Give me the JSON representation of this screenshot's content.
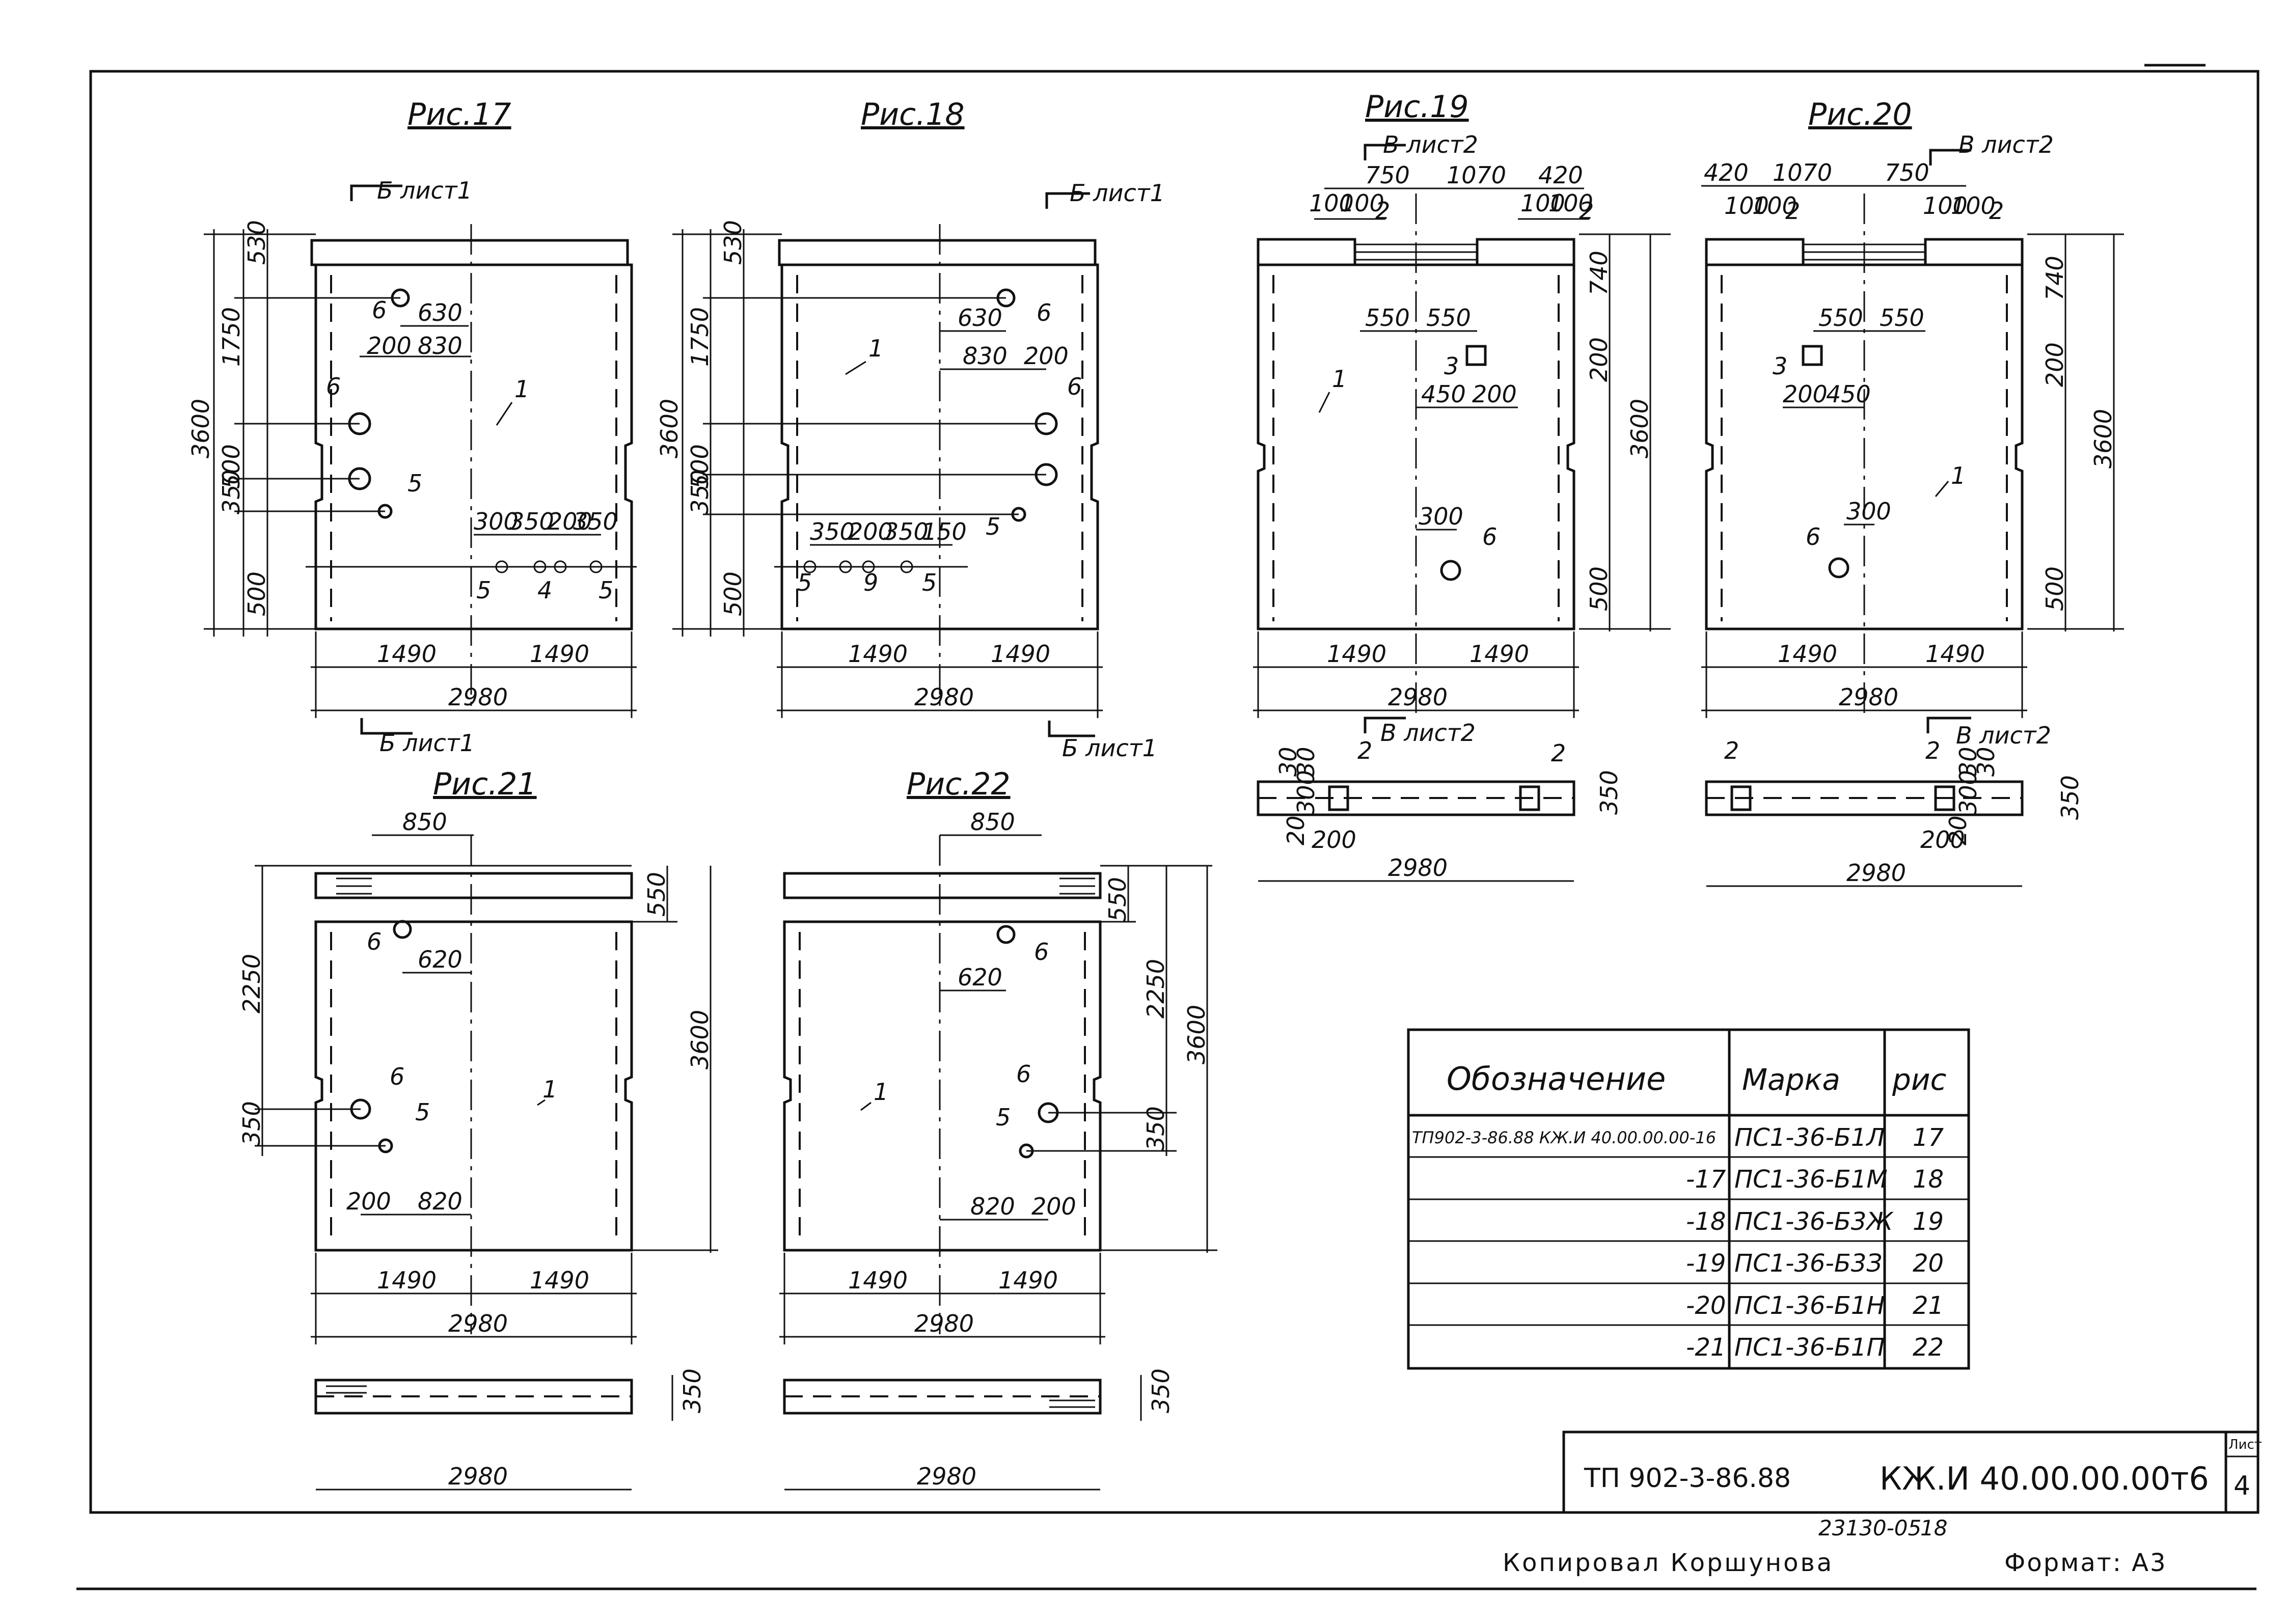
{
  "figures": [
    {
      "title": "Рис.17",
      "section_top": "Б лист1",
      "section_bottom": "Б лист1",
      "dims": {
        "half_left": "1490",
        "half_right": "1490",
        "total": "2980",
        "height": "3600",
        "v1": "530",
        "v2": "1750",
        "v3": "500",
        "v4": "350",
        "v5": "500",
        "h1": "630",
        "h2": "200",
        "h3": "830",
        "h4": "300",
        "h5": "350",
        "h6": "200",
        "h7": "350"
      },
      "marks": {
        "m1": "1",
        "m5a": "5",
        "m6a": "6",
        "m6b": "6",
        "m5b": "5",
        "m4": "4",
        "m5c": "5"
      }
    },
    {
      "title": "Рис.18",
      "section_top": "Б лист1",
      "section_bottom": "Б лист1",
      "dims": {
        "half_left": "1490",
        "half_right": "1490",
        "total": "2980",
        "height": "3600",
        "v1": "530",
        "v2": "1750",
        "v3": "500",
        "v4": "350",
        "v5": "500",
        "h1": "630",
        "h2": "830",
        "h3": "200",
        "h4": "350",
        "h5": "200",
        "h6": "350",
        "h7": "150"
      },
      "marks": {
        "m1": "1",
        "m6a": "6",
        "m6b": "6",
        "m5a": "5",
        "m5b": "5",
        "m9": "9",
        "m5c": "5"
      }
    },
    {
      "title": "Рис.19",
      "section_top": "В лист2",
      "section_bottom": "В лист2",
      "dims": {
        "half_left": "1490",
        "half_right": "1490",
        "total": "2980",
        "height": "3600",
        "t1": "750",
        "t2": "1070",
        "t3": "420",
        "t4": "100",
        "t5": "100",
        "t6": "100",
        "t7": "100",
        "h1": "550",
        "h2": "550",
        "h3": "450",
        "h4": "200",
        "v1": "740",
        "v2": "200",
        "v3": "500",
        "h5": "300",
        "p1": "30",
        "p2": "30",
        "p3": "300",
        "p4": "20",
        "p5": "200",
        "p_total": "2980",
        "p_h": "350"
      },
      "marks": {
        "m1": "1",
        "m2a": "2",
        "m2b": "2",
        "m3": "3",
        "m6": "6",
        "m2c": "2",
        "m2d": "2"
      }
    },
    {
      "title": "Рис.20",
      "section_top": "В лист2",
      "section_bottom": "В лист2",
      "dims": {
        "half_left": "1490",
        "half_right": "1490",
        "total": "2980",
        "height": "3600",
        "t1": "420",
        "t2": "1070",
        "t3": "750",
        "t4": "100",
        "t5": "100",
        "t6": "100",
        "t7": "100",
        "h1": "550",
        "h2": "550",
        "h3": "200",
        "h4": "450",
        "v1": "740",
        "v2": "200",
        "v3": "500",
        "h5": "300",
        "p1": "30",
        "p2": "30",
        "p3": "300",
        "p4": "20",
        "p5": "200",
        "p_total": "2980",
        "p_h": "350"
      },
      "marks": {
        "m1": "1",
        "m2a": "2",
        "m2b": "2",
        "m3": "3",
        "m6": "6",
        "m2c": "2",
        "m2d": "2"
      }
    },
    {
      "title": "Рис.21",
      "dims": {
        "top": "850",
        "h1": "620",
        "h2": "200",
        "h3": "820",
        "v1": "550",
        "v2": "2250",
        "v3": "350",
        "height": "3600",
        "half_left": "1490",
        "half_right": "1490",
        "total": "2980",
        "p_total": "2980",
        "p_h": "350"
      },
      "marks": {
        "m1": "1",
        "m6a": "6",
        "m6b": "6",
        "m5": "5"
      }
    },
    {
      "title": "Рис.22",
      "dims": {
        "top": "850",
        "h1": "620",
        "h2": "820",
        "h3": "200",
        "v1": "550",
        "v2": "2250",
        "v3": "350",
        "height": "3600",
        "half_left": "1490",
        "half_right": "1490",
        "total": "2980",
        "p_total": "2980",
        "p_h": "350"
      },
      "marks": {
        "m1": "1",
        "m6a": "6",
        "m6b": "6",
        "m5": "5"
      }
    }
  ],
  "table": {
    "headers": [
      "Обозначение",
      "Марка",
      "рис"
    ],
    "rows": [
      [
        "ТП902-3-86.88 КЖ.И 40.00.00.00-16",
        "ПС1-36-Б1Л",
        "17"
      ],
      [
        "-17",
        "ПС1-36-Б1М",
        "18"
      ],
      [
        "-18",
        "ПС1-36-Б3Ж",
        "19"
      ],
      [
        "-19",
        "ПС1-36-Б3З",
        "20"
      ],
      [
        "-20",
        "ПС1-36-Б1Н",
        "21"
      ],
      [
        "-21",
        "ПС1-36-Б1П",
        "22"
      ]
    ]
  },
  "title_block": {
    "project": "ТП 902-3-86.88",
    "code": "КЖ.И 40.00.00.00т6",
    "sheet_label": "Лист",
    "sheet_no": "4"
  },
  "footer": {
    "inventory": "23130-05",
    "inventory_sheet": "18",
    "copied": "Копировал Коршунова",
    "format": "Формат: А3"
  }
}
